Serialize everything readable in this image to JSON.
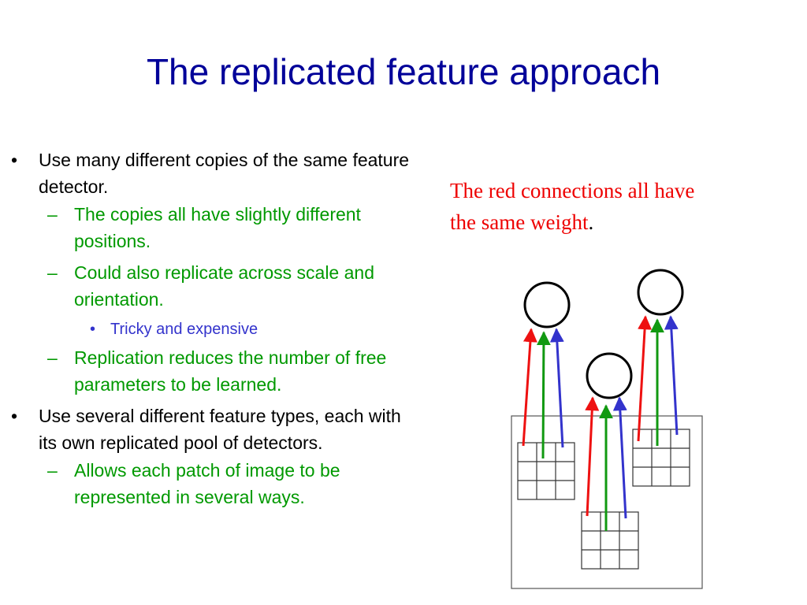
{
  "slide": {
    "title": "The replicated feature approach"
  },
  "bullets": [
    {
      "level": 1,
      "marker": "•",
      "text": "Use many different copies of the same feature detector."
    },
    {
      "level": 2,
      "marker": "–",
      "text": "The copies all have slightly different positions."
    },
    {
      "level": 2,
      "marker": "–",
      "text": "Could also replicate across scale and orientation."
    },
    {
      "level": 3,
      "marker": "•",
      "text": "Tricky and expensive"
    },
    {
      "level": 2,
      "marker": "–",
      "text": "Replication reduces the number of free parameters to be learned."
    },
    {
      "level": 1,
      "marker": "•",
      "text": "Use several different feature types, each with its own replicated pool of detectors."
    },
    {
      "level": 2,
      "marker": "–",
      "text": "Allows each patch of image to be represented in several ways."
    }
  ],
  "caption": {
    "text": "The red connections all have the same weight",
    "period": "."
  },
  "colors": {
    "title": "#000099",
    "level1": "#000000",
    "level2": "#009900",
    "level3": "#3333cc",
    "caption": "#ee0000",
    "arrow_red": "#ee1111",
    "arrow_green": "#119911",
    "arrow_blue": "#3333cc"
  }
}
